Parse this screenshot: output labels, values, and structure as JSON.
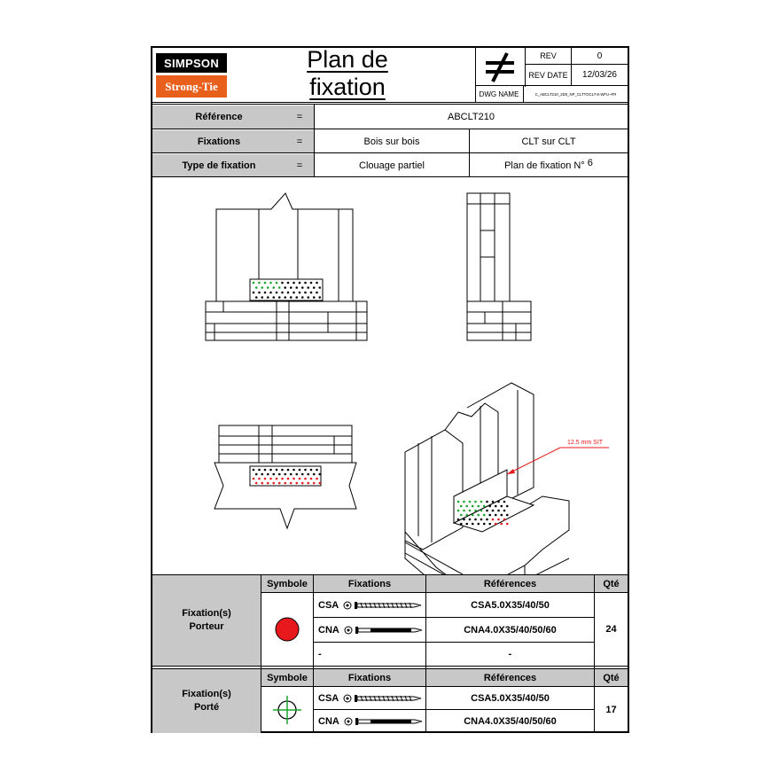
{
  "header": {
    "brand_top": "SIMPSON",
    "brand_bottom": "Strong-Tie",
    "title": "Plan de fixation",
    "rev_label": "REV",
    "rev_value": "0",
    "rev_date_label": "REV DATE",
    "rev_date_value": "12/03/26",
    "dwg_name_label": "DWG NAME",
    "dwg_name_value": "C_ABCLT210_2D0_NP_CLTTOCLT-6-WFU~FR",
    "symbol_icon": "not-equal-icon"
  },
  "info": {
    "reference_label": "Référence",
    "reference_value": "ABCLT210",
    "fixations_label": "Fixations",
    "fixations_value_1": "Bois sur bois",
    "fixations_value_2": "CLT sur CLT",
    "type_label": "Type de fixation",
    "type_value": "Clouage partiel",
    "plan_label": "Plan de fixation N°",
    "plan_number": "6",
    "equals": "="
  },
  "drawing": {
    "annotation": "12.5 mm SIT"
  },
  "table_porteur": {
    "row_label_1": "Fixation(s)",
    "row_label_2": "Porteur",
    "col_symbole": "Symbole",
    "col_fixations": "Fixations",
    "col_references": "Références",
    "col_qte": "Qté",
    "rows": [
      {
        "type": "CSA",
        "reference": "CSA5.0X35/40/50"
      },
      {
        "type": "CNA",
        "reference": "CNA4.0X35/40/50/60"
      },
      {
        "type": "-",
        "reference": "-"
      }
    ],
    "quantity": "24",
    "symbol_color": "#e8191c"
  },
  "table_porte": {
    "row_label_1": "Fixation(s)",
    "row_label_2": "Porté",
    "col_symbole": "Symbole",
    "col_fixations": "Fixations",
    "col_references": "Références",
    "col_qte": "Qté",
    "rows": [
      {
        "type": "CSA",
        "reference": "CSA5.0X35/40/50"
      },
      {
        "type": "CNA",
        "reference": "CNA4.0X35/40/50/60"
      }
    ],
    "quantity": "17",
    "symbol_color": "#1aa52a"
  }
}
